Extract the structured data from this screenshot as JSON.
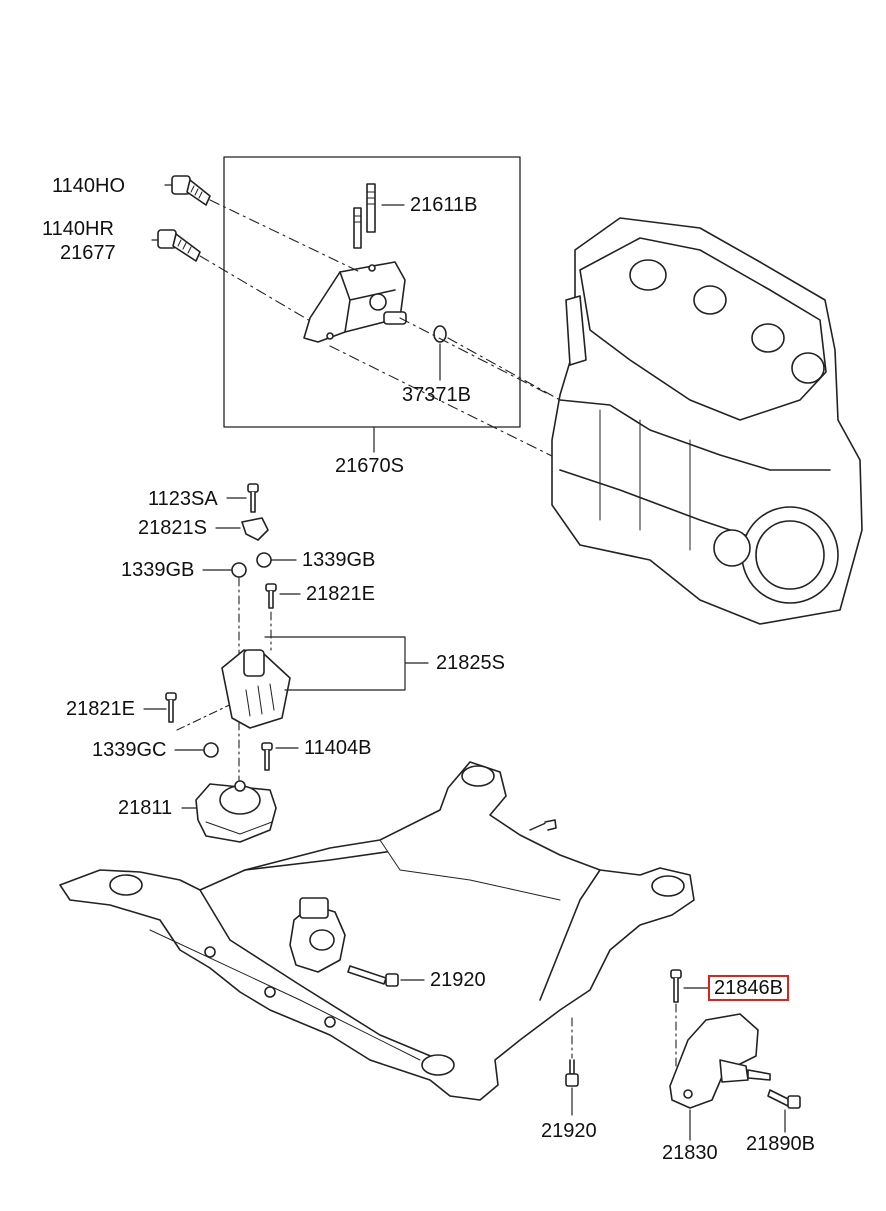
{
  "diagram": {
    "labels": {
      "p1140HO": "1140HO",
      "p1140HR": "1140HR",
      "p21677": "21677",
      "p21611B": "21611B",
      "p37371B": "37371B",
      "p21670S": "21670S",
      "p1123SA": "1123SA",
      "p21821S": "21821S",
      "p1339GB_left": "1339GB",
      "p1339GB_right": "1339GB",
      "p21821E_top": "21821E",
      "p21825S": "21825S",
      "p21821E_left": "21821E",
      "p1339GC": "1339GC",
      "p11404B": "11404B",
      "p21811": "21811",
      "p21920_mid": "21920",
      "p21846B": "21846B",
      "p21920_bottom": "21920",
      "p21830": "21830",
      "p21890B": "21890B"
    },
    "highlighted_part": "21846B",
    "highlight_color": "#e0221b",
    "line_color": "#222222"
  }
}
